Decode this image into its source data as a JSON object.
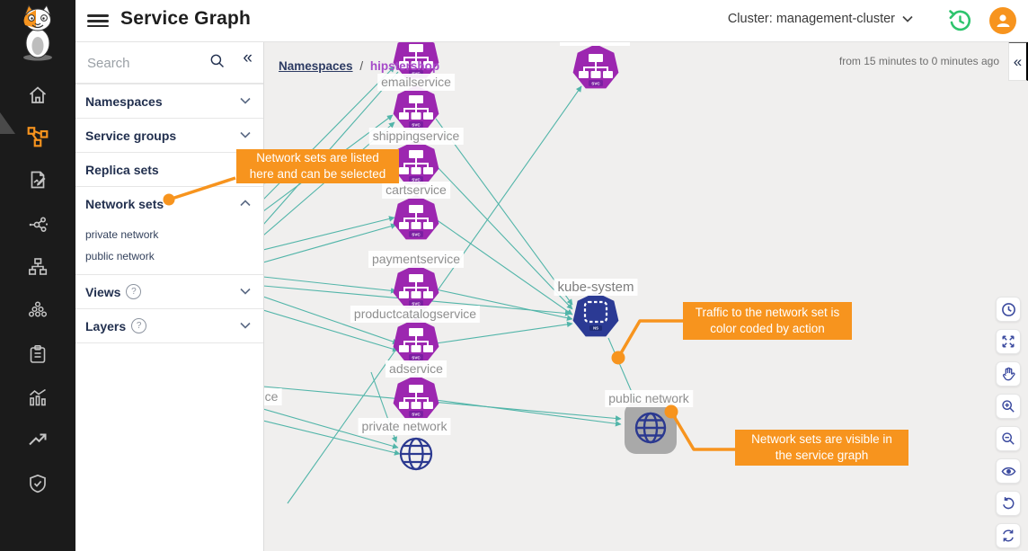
{
  "topbar": {
    "title": "Service Graph",
    "cluster_label": "Cluster: management-cluster"
  },
  "sidebar": {
    "search_placeholder": "Search",
    "collapse_icon": "«",
    "sections": [
      {
        "label": "Namespaces",
        "chevron": "down"
      },
      {
        "label": "Service groups",
        "chevron": "down"
      },
      {
        "label": "Replica sets",
        "chevron": "none"
      },
      {
        "label": "Network sets",
        "chevron": "up"
      },
      {
        "label": "Views",
        "chevron": "down",
        "help": "?"
      },
      {
        "label": "Layers",
        "chevron": "down",
        "help": "?"
      }
    ],
    "network_sets": {
      "items": [
        "private network",
        "public network"
      ]
    }
  },
  "graph": {
    "breadcrumb": {
      "root": "Namespaces",
      "sep": "/",
      "current": "hipstershop"
    },
    "time_range": "from 15 minutes to 0 minutes ago",
    "collapse_icon": "«",
    "partial_label": "ce",
    "nodes": [
      {
        "id": "emailservice",
        "label": "emailservice",
        "type": "service"
      },
      {
        "id": "shippingservice",
        "label": "shippingservice",
        "type": "service"
      },
      {
        "id": "cartservice",
        "label": "cartservice",
        "type": "service"
      },
      {
        "id": "paymentservice",
        "label": "paymentservice",
        "type": "service"
      },
      {
        "id": "productcatalogservice",
        "label": "productcatalogservice",
        "type": "service"
      },
      {
        "id": "adservice",
        "label": "adservice",
        "type": "service"
      },
      {
        "id": "service-unlabeled",
        "label": "",
        "type": "service"
      },
      {
        "id": "service-top-right",
        "label": "",
        "type": "service"
      },
      {
        "id": "kube-system",
        "label": "kube-system",
        "type": "namespace"
      },
      {
        "id": "private-network",
        "label": "private network",
        "type": "network-set"
      },
      {
        "id": "public-network",
        "label": "public network",
        "type": "network-set"
      }
    ],
    "node_badges": {
      "service": "SVC",
      "namespace": "NS"
    }
  },
  "callouts": [
    {
      "text": "Network sets are listed here and can be selected"
    },
    {
      "text": "Traffic to the network set is color coded by action"
    },
    {
      "text": "Network sets are visible in the service graph"
    }
  ],
  "colors": {
    "accent_orange": "#F7941E",
    "service_purple": "#9C27B0",
    "navy": "#2B3990",
    "edge_teal": "#52B5A9",
    "history_green": "#2EC46D",
    "rail_bg": "#1B1B1B",
    "graph_bg": "#F0EFEE"
  }
}
